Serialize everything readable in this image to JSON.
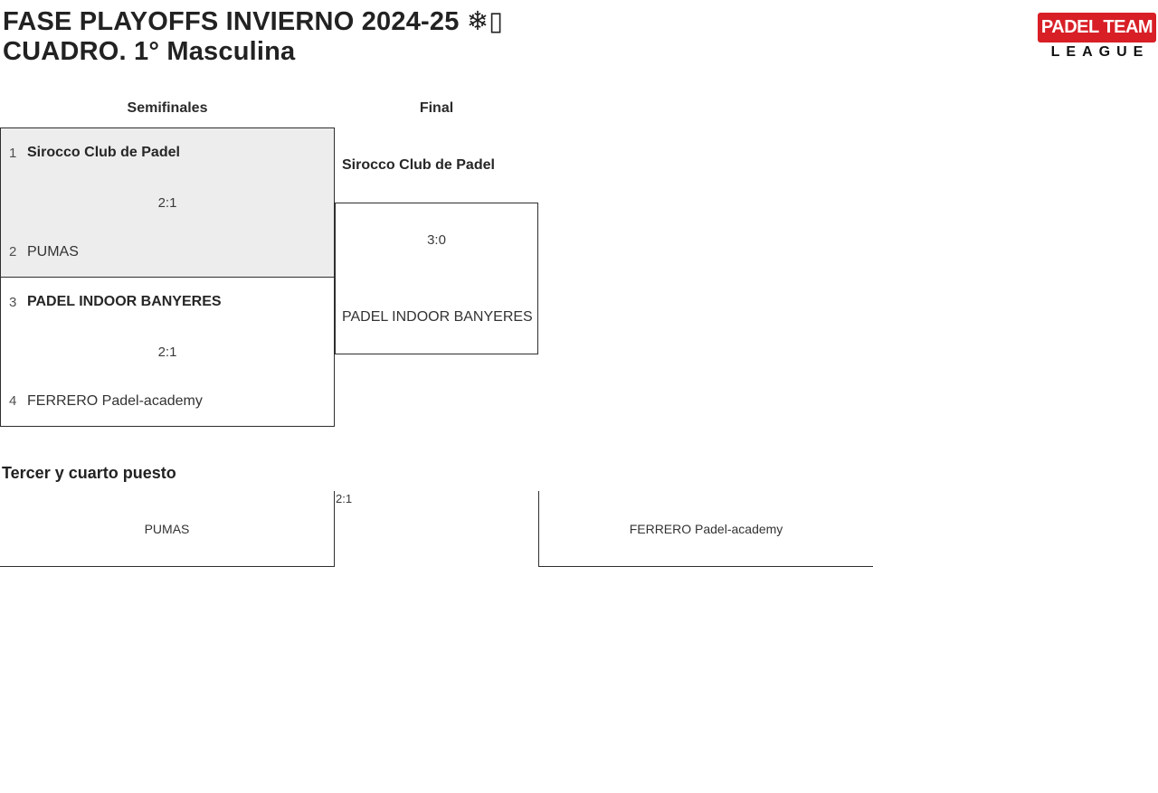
{
  "header": {
    "title_line1": "FASE PLAYOFFS INVIERNO 2024-25 ❄▯",
    "title_line2": "CUADRO. 1° Masculina",
    "logo": {
      "top": "PADEL TEAM",
      "bottom": "LEAGUE",
      "bg_color": "#d81f26",
      "top_text_color": "#ffffff",
      "bottom_text_color": "#111111"
    }
  },
  "bracket": {
    "round_labels": [
      "Semifinales",
      "Final"
    ],
    "semifinals": [
      {
        "top_seed": "1",
        "top_team": "Sirocco Club de Padel",
        "score": "2:1",
        "bottom_seed": "2",
        "bottom_team": "PUMAS",
        "highlighted": true
      },
      {
        "top_seed": "3",
        "top_team": "PADEL INDOOR BANYERES",
        "score": "2:1",
        "bottom_seed": "4",
        "bottom_team": "FERRERO Padel-academy",
        "highlighted": false
      }
    ],
    "final": {
      "top_team": "Sirocco Club de Padel",
      "score": "3:0",
      "bottom_team": "PADEL INDOOR BANYERES"
    }
  },
  "third_place": {
    "heading": "Tercer y cuarto puesto",
    "left_team": "PUMAS",
    "score": "2:1",
    "right_team": "FERRERO Padel-academy"
  },
  "colors": {
    "match_highlight_bg": "#ededed",
    "bracket_line": "#2e2e2e",
    "logo_red": "#d81f26"
  }
}
